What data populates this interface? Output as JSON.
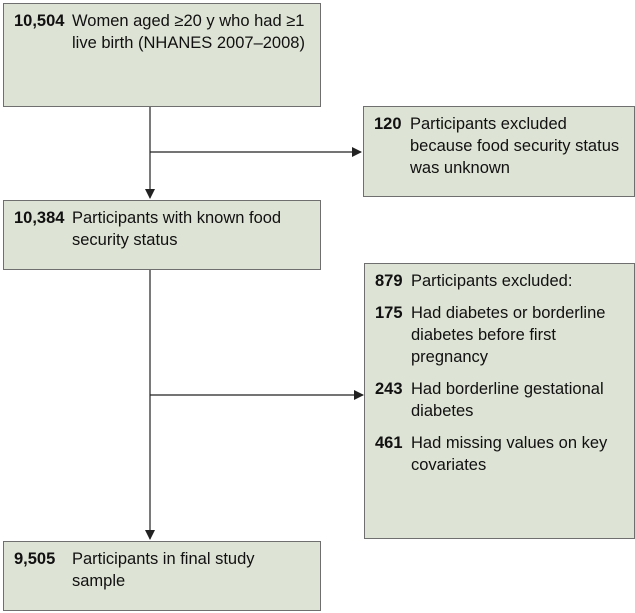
{
  "colors": {
    "box_fill": "#dde3d5",
    "box_border": "#6f6f6f",
    "arrow": "#222222"
  },
  "boxes": {
    "start": {
      "count": "10,504",
      "text": "Women aged ≥20 y who had ≥1 live birth (NHANES 2007–2008)"
    },
    "exclusion1": {
      "count": "120",
      "text": "Participants excluded because food security status was unknown"
    },
    "known": {
      "count": "10,384",
      "text": "Participants with known food security status"
    },
    "exclusion2": {
      "header_count": "879",
      "header_text": "Participants excluded:",
      "items": [
        {
          "count": "175",
          "text": "Had diabetes or borderline diabetes before first pregnancy"
        },
        {
          "count": "243",
          "text": "Had borderline gestational diabetes"
        },
        {
          "count": "461",
          "text": "Had missing values on key covariates"
        }
      ]
    },
    "final": {
      "count": "9,505",
      "text": "Participants in final study sample"
    }
  }
}
